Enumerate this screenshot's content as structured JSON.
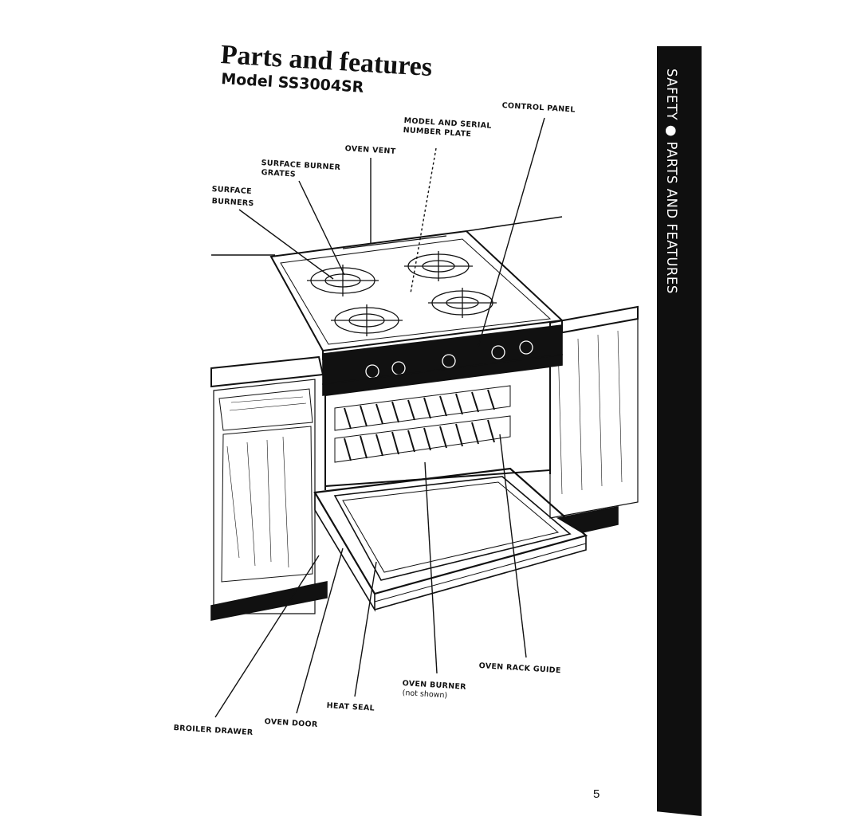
{
  "heading": {
    "title": "Parts and features",
    "model": "Model SS3004SR"
  },
  "callouts": {
    "control_panel": "CONTROL PANEL",
    "model_serial_1": "MODEL AND SERIAL",
    "model_serial_2": "NUMBER PLATE",
    "oven_vent": "OVEN VENT",
    "grates_1": "SURFACE BURNER",
    "grates_2": "GRATES",
    "burners_1": "SURFACE",
    "burners_2": "BURNERS",
    "oven_rack_guide": "OVEN RACK GUIDE",
    "oven_burner": "OVEN BURNER",
    "oven_burner_note": "(not shown)",
    "heat_seal": "HEAT SEAL",
    "oven_door": "OVEN DOOR",
    "broiler_drawer": "BROILER DRAWER"
  },
  "sidebar": {
    "text": "SAFETY ● PARTS AND FEATURES"
  },
  "page_number": "5"
}
